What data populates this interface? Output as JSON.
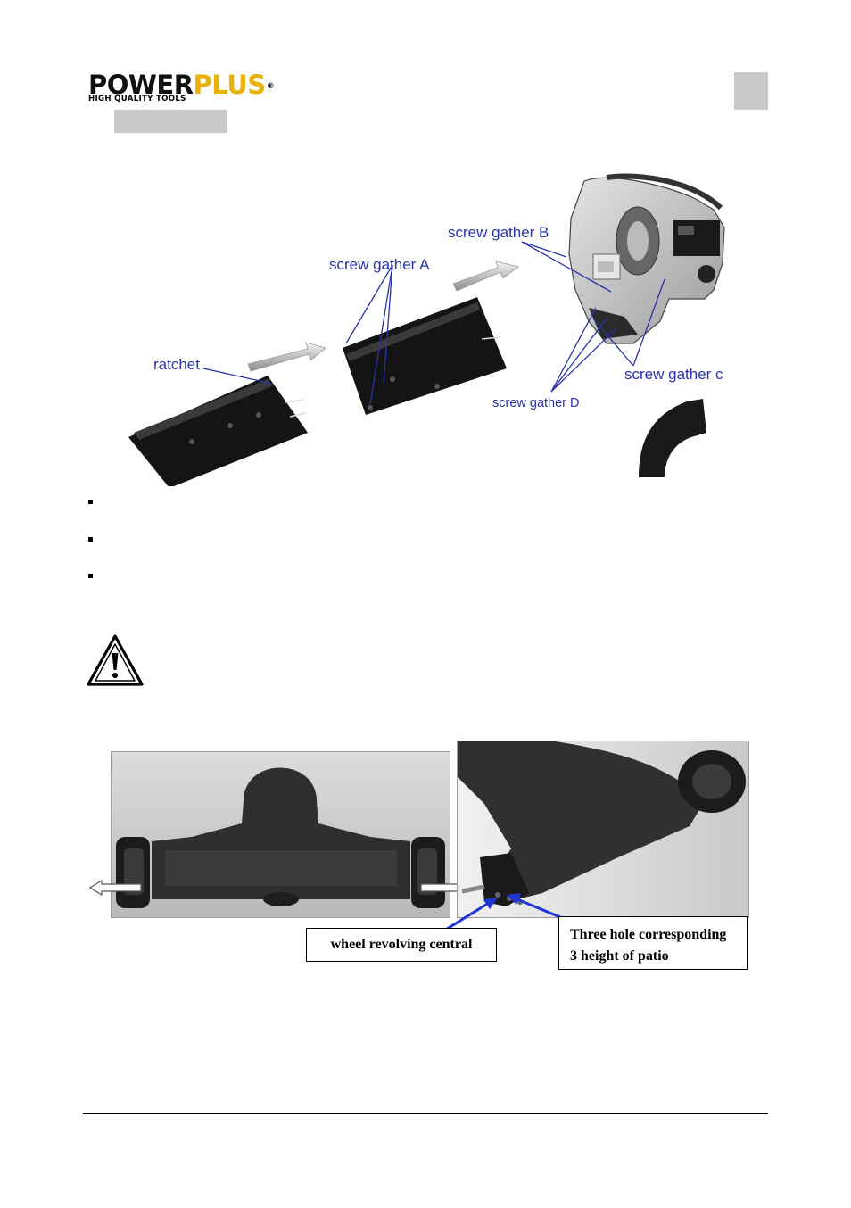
{
  "header": {
    "logo_power": "POWER",
    "logo_plus": "PLUS",
    "logo_registered": "®",
    "logo_tagline": "HIGH QUALITY TOOLS",
    "logo_colors": {
      "power": "#111111",
      "plus": "#e8b20a"
    }
  },
  "figure1": {
    "labels": {
      "ratchet": "ratchet",
      "screw_gather_a": "screw gather A",
      "screw_gather_b": "screw gather B",
      "screw_gather_c": "screw gather c",
      "screw_gather_d": "screw gather D"
    },
    "label_color": "#2a33a8"
  },
  "figure2": {
    "callout_left": "wheel revolving central",
    "callout_right_line1": "Three hole corresponding",
    "callout_right_line2": "3 height of patio",
    "arrow_color": "#1f35d6"
  }
}
